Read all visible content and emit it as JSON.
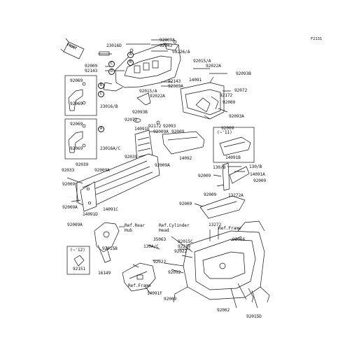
{
  "figure_code": "F2131",
  "front_marker": "FRONT",
  "circle_labels": [
    "A",
    "B",
    "C",
    "D",
    "B",
    "C",
    "A"
  ],
  "variant_labels": {
    "v11": "(~'11)",
    "v12": "(~'12)"
  },
  "labels": {
    "l92009a_top": "92009A",
    "l92143_top": "92143",
    "l59226a": "59226/A",
    "l23016d": "23016D",
    "l92009_left1": "92009",
    "l92143_left": "92143",
    "l92015a_1": "92015/A",
    "l92022a_1": "92022A",
    "l92093b": "92093B",
    "l14091": "14091",
    "l92072_r": "92072",
    "l92172_r": "92172",
    "l92009_r1": "92009",
    "l92093a": "92093A",
    "l92009_r2": "92009",
    "l92143_mid": "92143",
    "l92009a_mid": "92009A",
    "l92015a_2": "92015/A",
    "l92022a_2": "92022A",
    "l92093b_mid": "92093B",
    "l92072_mid": "92072",
    "l92172_mid": "92172",
    "l92093_mid": "92093",
    "l92069_a1": "92069",
    "l92069_a2": "92069",
    "l23016b": "23016/B",
    "l92069_b1": "92069",
    "l92069_b2": "92069",
    "l23016ac": "23016A/C",
    "l14091e": "14091E",
    "l92009a_e": "92009A",
    "l92009_e": "92009",
    "l92039_1": "92039",
    "l92009a_e2": "92009A",
    "l14092": "14092",
    "l14091b": "14091B",
    "l92033": "92033",
    "l92039_2": "92039",
    "l92009a_l": "92009A",
    "l92009_l": "92009",
    "l92009a_l2": "92009A",
    "l14091d": "14091D",
    "l14091c": "14091C",
    "l92009a_l3": "92009A",
    "l130b_1": "130/B",
    "l130b_2": "130/B",
    "l14091a": "14091A",
    "l92009_m1": "92009",
    "l92009_m2": "92009",
    "l92009_m3": "92009",
    "l13272a": "13272A",
    "l13272": "13272",
    "l92009_m4": "92009",
    "ref_rear_hub": "Ref.Rear\nHub",
    "ref_cyl_head": "Ref.Cylinder\nHead",
    "ref_frame_1": "Ref.Frame",
    "ref_frame_2": "Ref.Frame",
    "l35063": "35063",
    "l92015b": "92015B",
    "l92015c": "92015C",
    "l92210": "92210",
    "l92022": "92022",
    "l92066": "92066",
    "l130ac": "130A/C",
    "l92022_b": "92022",
    "l92092": "92092",
    "l92151": "92151",
    "l16149": "16149",
    "l14091f": "14091F",
    "l92009_b": "92009",
    "l92002": "92002",
    "l92015d": "92015D"
  }
}
